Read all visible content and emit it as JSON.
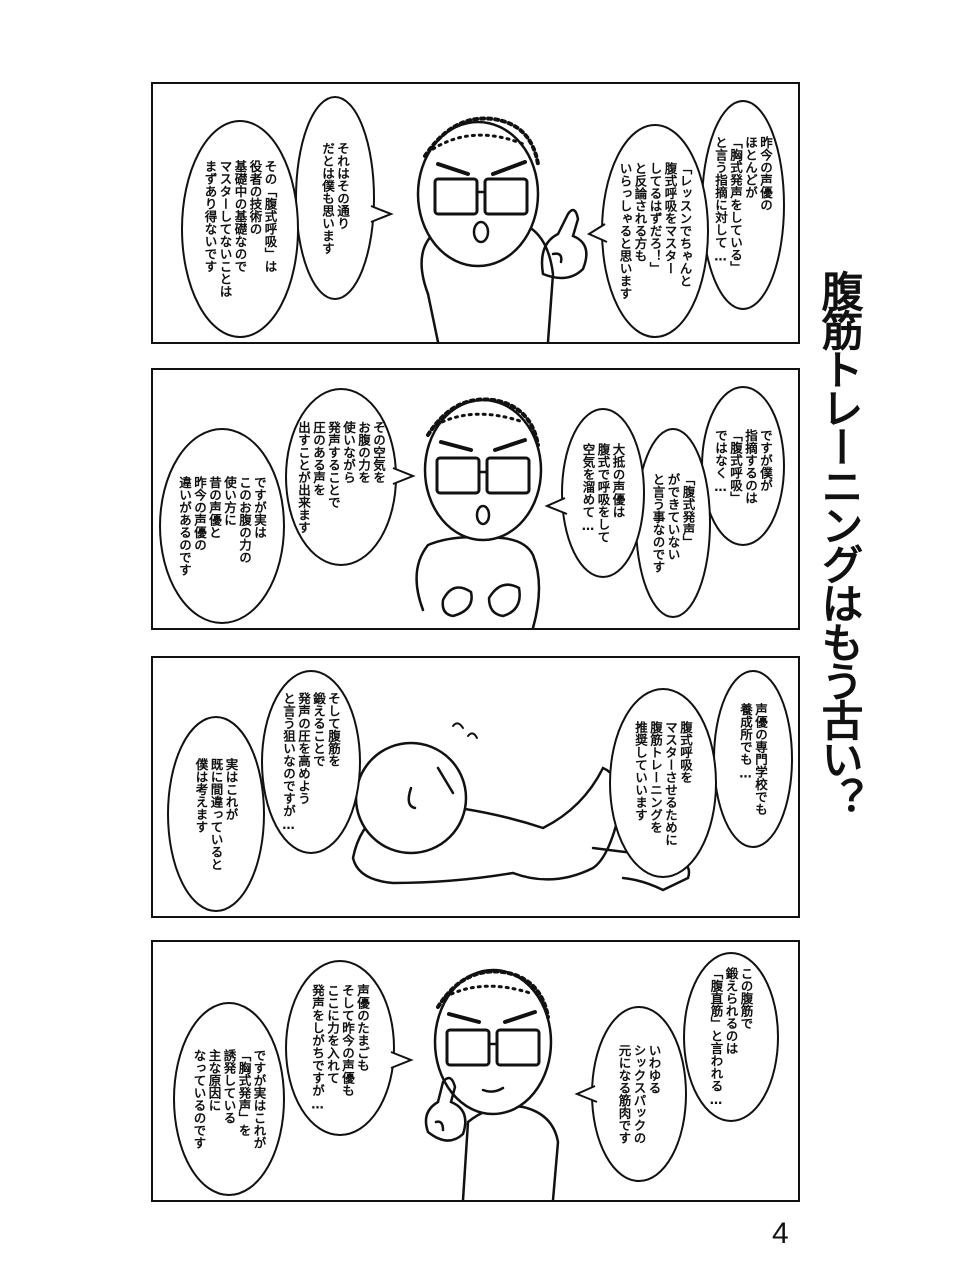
{
  "title": "腹筋トレーニングはもう古い？",
  "page_number": "4",
  "panels": [
    {
      "bubbles": [
        "昨今の声優の\nほとんどが\n「胸式発声をしている」\nと言う指摘に対して…",
        "「レッスンでちゃんと\n腹式呼吸をマスター\nしてるはずだろ！」\nと反論される方も\nいらっしゃると思います",
        "それはその通り\nだとは僕も思います",
        "その「腹式呼吸」は\n役者の技術の\n基礎中の基礎なので\nマスターしてないことは\nまずあり得ないです"
      ]
    },
    {
      "bubbles": [
        "ですが僕が\n指摘するのは\n「腹式呼吸」\nではなく…",
        "「腹式発声」\nができていない\nと言う事なのです",
        "大抵の声優は\n腹式で呼吸をして\n空気を溜めて…",
        "その空気を\nお腹の力を\n使いながら\n発声することで\n圧のある声を\n出すことが出来ます",
        "ですが実は\nこのお腹の力の\n使い方に\n昔の声優と\n昨今の声優の\n違いがあるのです"
      ]
    },
    {
      "bubbles": [
        "声優の専門学校でも\n養成所でも…",
        "腹式呼吸を\nマスターさせるために\n腹筋トレーニングを\n推奨していいます",
        "そして腹筋を\n鍛えることで\n発声の圧を高めよう\nと言う狙いなのですが…",
        "実はこれが\n既に間違っていると\n僕は考えます"
      ]
    },
    {
      "bubbles": [
        "この腹筋で\n鍛えられるのは\n「腹直筋」と言われる…",
        "いわゆる\nシックスパックの\n元になる筋肉です",
        "声優のたまごも\nそして昨今の声優も\nここに力を入れて\n発声をしがちですが…",
        "ですが実はこれが\n「胸式発声」を\n誘発している\n主な原因に\nなっているのです"
      ]
    }
  ]
}
